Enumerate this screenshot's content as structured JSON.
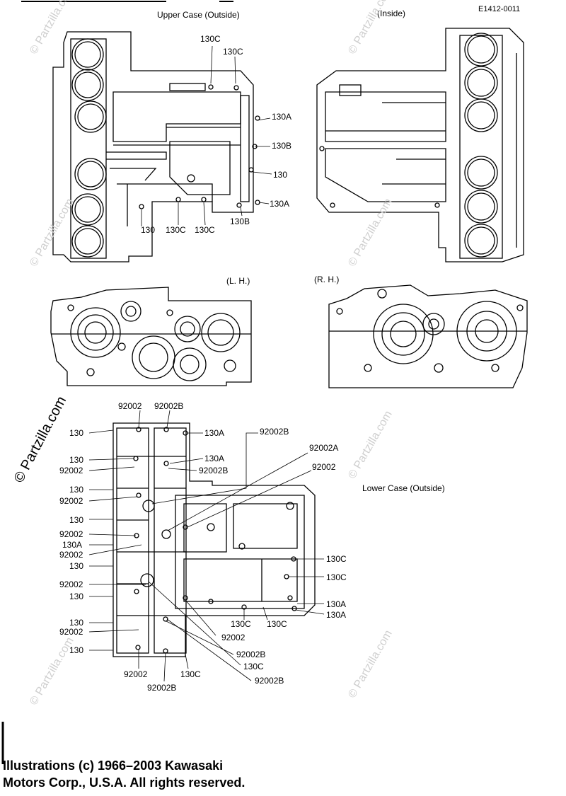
{
  "header": {
    "upper_outside": "Upper Case (Outside)",
    "inside": "(Inside)",
    "ref_code": "E1412-0011",
    "lh": "(L. H.)",
    "rh": "(R. H.)",
    "lower_outside": "Lower Case (Outside)"
  },
  "upper_labels": [
    "130C",
    "130C",
    "130A",
    "130B",
    "130",
    "130A",
    "130B",
    "130",
    "130C",
    "130C"
  ],
  "lower_labels": [
    "92002",
    "92002B",
    "130",
    "130A",
    "92002B",
    "92002A",
    "130",
    "130A",
    "92002",
    "92002",
    "92002B",
    "130",
    "92002",
    "130",
    "92002",
    "130A",
    "92002",
    "130",
    "92002",
    "130",
    "130C",
    "130C",
    "130C",
    "130C",
    "130A",
    "130A",
    "130",
    "92002",
    "92002",
    "92002B",
    "130",
    "130C",
    "92002",
    "92002B",
    "130C",
    "92002B"
  ],
  "watermark": "© Partzilla.com",
  "copyright": {
    "line1": "Illustrations (c) 1966–2003 Kawasaki",
    "line2": "Motors Corp., U.S.A.  All rights reserved."
  }
}
